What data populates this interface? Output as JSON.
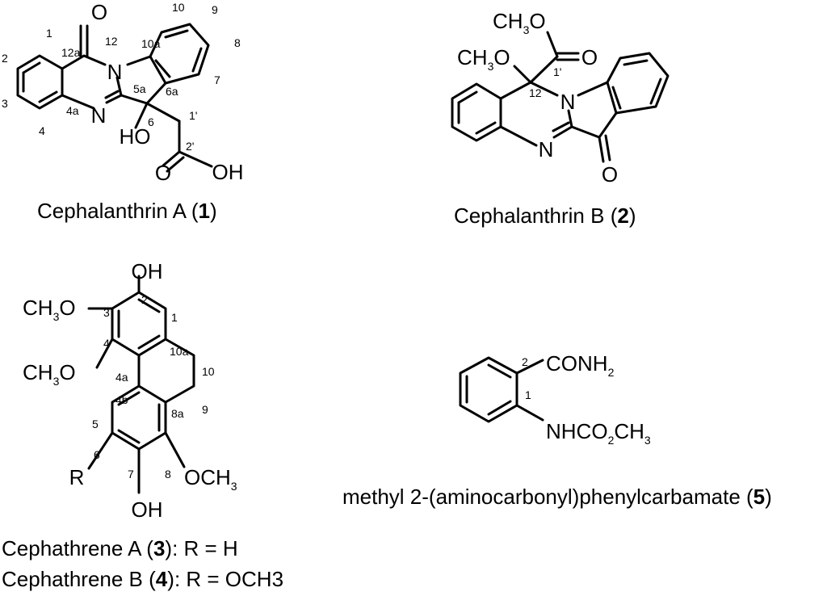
{
  "compounds": {
    "c1": {
      "name": "Cephalanthrin A",
      "number": "1",
      "atoms": {
        "o_carbonyl": "O",
        "n_ring": "N",
        "n_imine": "N",
        "ho": "HO",
        "o_acid": "O",
        "oh_acid": "OH"
      },
      "locants": [
        "1",
        "2",
        "3",
        "4",
        "4a",
        "12a",
        "12",
        "10a",
        "5a",
        "6",
        "6a",
        "7",
        "8",
        "9",
        "10",
        "1'",
        "2'"
      ]
    },
    "c2": {
      "name": "Cephalanthrin B",
      "number": "2",
      "atoms": {
        "ome_ester": "CH3O",
        "ome": "CH3O",
        "o_ester_carbonyl": "O",
        "n_ring": "N",
        "n_imine": "N",
        "o_ketone": "O"
      },
      "locants": [
        "12",
        "1'"
      ]
    },
    "c3": {
      "name": "Cephathrene A",
      "number": "3",
      "suffix": ": R = H",
      "atoms": {
        "oh_top": "OH",
        "ome_3": "CH3O",
        "ome_4": "CH3O",
        "r": "R",
        "oh_bottom": "OH",
        "ome_8": "OCH3"
      },
      "locants": [
        "1",
        "2",
        "3",
        "4",
        "4a",
        "4b",
        "5",
        "6",
        "7",
        "8",
        "8a",
        "9",
        "10",
        "10a"
      ]
    },
    "c4": {
      "name": "Cephathrene B",
      "number": "4",
      "suffix": ": R = OCH3"
    },
    "c5": {
      "name": "methyl 2-(aminocarbonyl)phenylcarbamate",
      "number": "5",
      "atoms": {
        "conh2": "CONH2",
        "nhco2ch3": "NHCO2CH3"
      },
      "locants": [
        "1",
        "2"
      ]
    }
  }
}
